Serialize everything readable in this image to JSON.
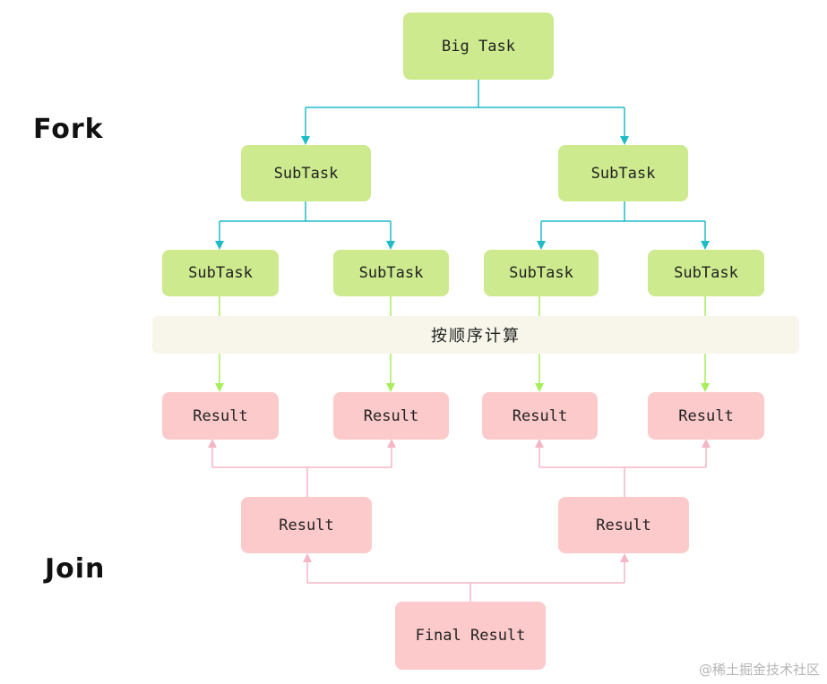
{
  "labels": {
    "fork": "Fork",
    "join": "Join"
  },
  "band": "按顺序计算",
  "nodes": {
    "big_task": "Big Task",
    "subtask": "SubTask",
    "result": "Result",
    "final_result": "Final Result"
  },
  "watermark": "@稀土掘金技术社区",
  "colors": {
    "task": "#cdea8e",
    "result": "#fccaca",
    "fork_arrow": "#1fbcc8",
    "compute_arrow": "#a8ee5a",
    "join_arrow": "#f5b6c6",
    "band": "#f8f6ea"
  }
}
